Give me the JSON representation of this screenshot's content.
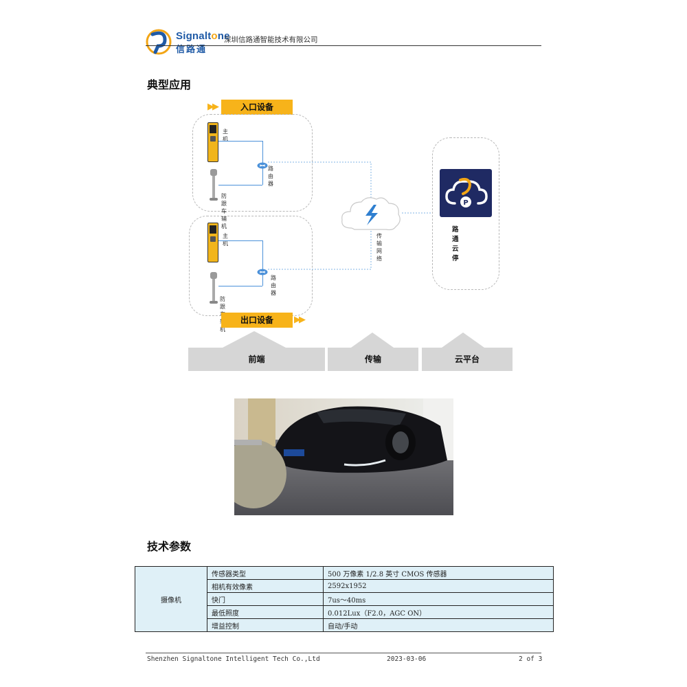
{
  "header": {
    "logo_word_a": "Signalt",
    "logo_word_b": "o",
    "logo_word_c": "ne",
    "logo_cn": "信路通",
    "company": "深圳信路通智能技术有限公司"
  },
  "section1": {
    "title": "典型应用"
  },
  "diagram": {
    "entry_banner": "入口设备",
    "exit_banner": "出口设备",
    "host_label": "主机",
    "router_label": "路由器",
    "aux_label": "防跟车辅机",
    "network_label": "传输网络",
    "cloud_label": "路通云停",
    "stages": [
      "前端",
      "传输",
      "云平台"
    ]
  },
  "section2": {
    "title": "技术参数"
  },
  "spec_table": {
    "group": "摄像机",
    "rows": [
      {
        "name": "传感器类型",
        "value": "500 万像素 1/2.8 英寸 CMOS 传感器"
      },
      {
        "name": "相机有效像素",
        "value": "2592x1952"
      },
      {
        "name": "快门",
        "value": "7us～40ms"
      },
      {
        "name": "最低照度",
        "value": "0.012Lux（F2.0，AGC ON）"
      },
      {
        "name": "增益控制",
        "value": "自动/手动"
      }
    ]
  },
  "footer": {
    "company_en": "Shenzhen Signaltone Intelligent Tech Co.,Ltd",
    "date": "2023-03-06",
    "page": "2 of 3"
  },
  "colors": {
    "brand_blue": "#1f5aa6",
    "accent_orange": "#f7b31a",
    "table_fill": "#dff0f7"
  }
}
